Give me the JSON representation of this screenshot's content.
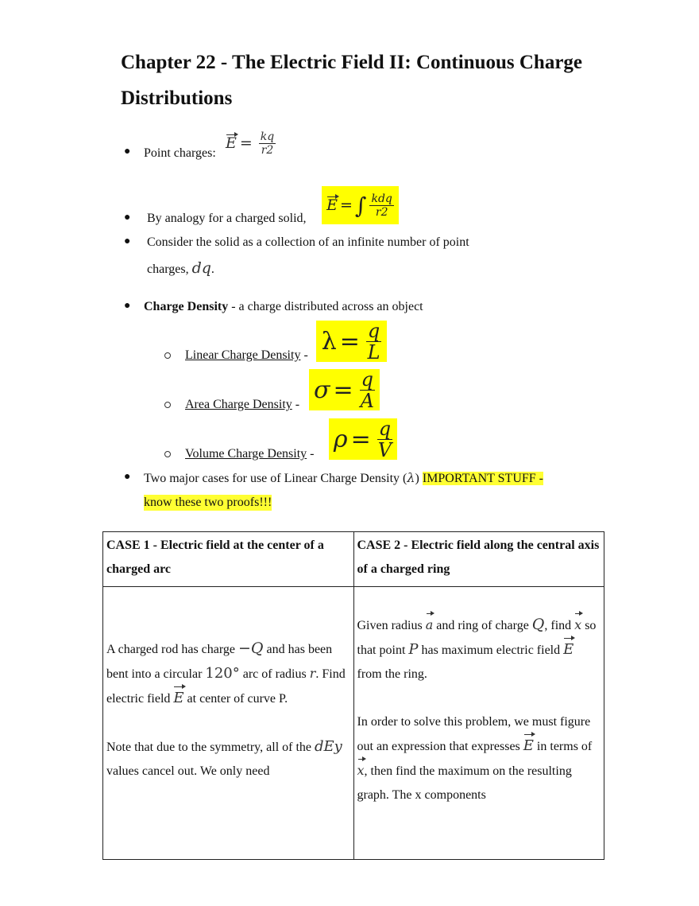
{
  "document": {
    "title": "Chapter 22 - The Electric Field II: Continuous Charge Distributions",
    "bullets": [
      {
        "text": "Point charges:",
        "formula": "E = kq / r²"
      },
      {
        "text": "By analogy for a charged solid,",
        "formula": "E = ∫ kdq / r²",
        "highlighted": true
      },
      {
        "text": "Consider the solid as a collection of an infinite number of point",
        "text_cont": "charges,",
        "math": "dq",
        "suffix": "."
      },
      {
        "bold": "Charge Density",
        "text": " - a charge distributed across an object"
      }
    ],
    "densities": [
      {
        "label": "Linear Charge Density",
        "dash": " -",
        "formula": "λ = q / L",
        "symbol": "λ",
        "num": "q",
        "den": "L"
      },
      {
        "label": "Area Charge Density",
        "dash": " -",
        "formula": "σ = q / A",
        "symbol": "σ",
        "num": "q",
        "den": "A"
      },
      {
        "label": "Volume Charge Density",
        "dash": " -",
        "formula": "ρ = q / V",
        "symbol": "ρ",
        "num": "q",
        "den": "V"
      }
    ],
    "cases_intro": {
      "text": "Two major cases for use of Linear Charge Density (",
      "symbol": "λ",
      "close": ")",
      "highlight_1": "IMPORTANT STUFF -",
      "highlight_2": "know these two proofs!!!"
    },
    "point_formula": {
      "lhs": "E",
      "eq": "=",
      "num": "kq",
      "den": "r2"
    },
    "solid_formula": {
      "lhs": "E",
      "eq": "=",
      "integral": "∫",
      "num": "kdq",
      "den": "r2"
    },
    "table": {
      "headers": [
        "CASE 1 - Electric field at the center of a charged arc",
        "CASE 2 - Electric field along the central axis of a charged ring"
      ],
      "case1": {
        "p1_a": "A charged rod has charge ",
        "p1_charge": "−Q",
        "p1_b": " and has been bent into a circular ",
        "p1_angle": "120°",
        "p1_c": " arc of radius ",
        "p1_r": "r",
        "p1_d": ".  Find electric field ",
        "p1_E": "E",
        "p1_e": " at center of curve P.",
        "p2_a": "Note that due to the symmetry, all of the ",
        "p2_dEy": "dEy",
        "p2_b": " values cancel out.  We only need"
      },
      "case2": {
        "p1_a": "Given radius ",
        "p1_avec": "a",
        "p1_b": " and ring of charge ",
        "p1_Q": "Q",
        "p1_c": ", find ",
        "p1_x": "x",
        "p1_d": " so that point ",
        "p1_P": "P",
        "p1_e": " has maximum electric field ",
        "p1_E": "E",
        "p1_f": " from the ring.",
        "p2_a": "In order to solve this problem, we must figure out an expression that expresses ",
        "p2_E": "E",
        "p2_b": " in terms of ",
        "p2_x": "x",
        "p2_c": ", then find the maximum on the resulting graph.  The x components"
      }
    },
    "colors": {
      "highlight": "#ffff00",
      "text": "#111111",
      "border": "#222222"
    }
  }
}
